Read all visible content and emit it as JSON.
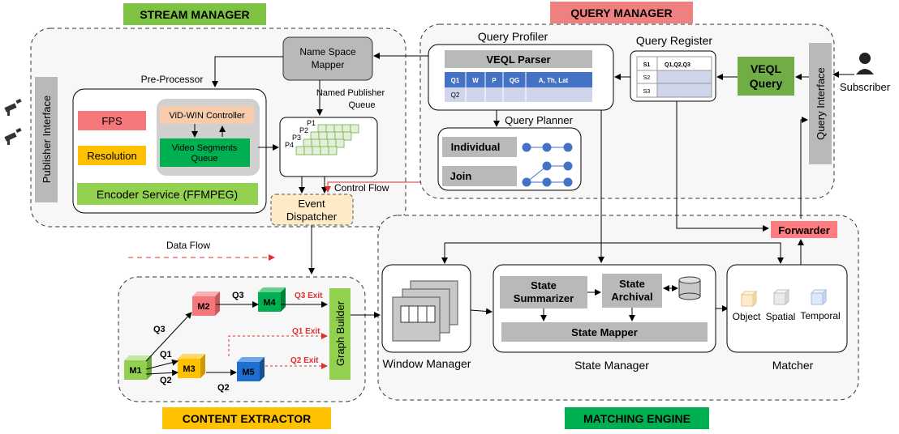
{
  "regions": {
    "stream_manager": "STREAM MANAGER",
    "query_manager": "QUERY MANAGER",
    "content_extractor": "CONTENT EXTRACTOR",
    "matching_engine": "MATCHING ENGINE"
  },
  "stream": {
    "publisher_interface": "Publisher Interface",
    "name_space_mapper": [
      "Name Space",
      "Mapper"
    ],
    "pre_processor": "Pre-Processor",
    "named_publisher_queue": [
      "Named Publisher",
      "Queue"
    ],
    "fps": "FPS",
    "resolution": "Resolution",
    "vid_win_controller": "ViD-WIN Controller",
    "video_segments_queue": [
      "Video Segments",
      "Queue"
    ],
    "encoder_service": "Encoder Service (FFMPEG)",
    "publishers": [
      "P1",
      "P2",
      "P3",
      "P4"
    ],
    "event_dispatcher": [
      "Event",
      "Dispatcher"
    ]
  },
  "query": {
    "query_profiler": "Query Profiler",
    "veql_parser": "VEQL Parser",
    "parser_table": {
      "headers": [
        "Q1",
        "W",
        "P",
        "QG",
        "A, Th, Lat"
      ],
      "row2": "Q2"
    },
    "query_planner": "Query Planner",
    "individual": "Individual",
    "join": "Join",
    "query_register": "Query Register",
    "register_rows": [
      [
        "S1",
        "Q1,Q2,Q3"
      ],
      [
        "S2",
        ""
      ],
      [
        "S3",
        ""
      ]
    ],
    "veql_query": [
      "VEQL",
      "Query"
    ],
    "query_interface": "Query Interface",
    "subscriber": "Subscriber",
    "control_flow": "Control Flow"
  },
  "legend": {
    "data_flow": "Data Flow"
  },
  "extractor": {
    "nodes": [
      "M1",
      "M2",
      "M3",
      "M4",
      "M5"
    ],
    "edge_labels": [
      "Q3",
      "Q3",
      "Q1",
      "Q2",
      "Q2"
    ],
    "exits": [
      "Q3 Exit",
      "Q1 Exit",
      "Q2 Exit"
    ],
    "graph_builder": "Graph Builder"
  },
  "matching": {
    "window_manager": "Window Manager",
    "state_summarizer": [
      "State",
      "Summarizer"
    ],
    "state_archival": [
      "State",
      "Archival"
    ],
    "state_mapper": "State Mapper",
    "state_manager": "State Manager",
    "forwarder": "Forwarder",
    "object": "Object",
    "spatial": "Spatial",
    "temporal": "Temporal",
    "matcher": "Matcher"
  },
  "colors": {
    "green_label": "#7dc242",
    "red_label": "#f08080",
    "orange_label": "#ffc000",
    "fps_fill": "#f4777b",
    "resolution_fill": "#ffc000",
    "encoder_fill": "#92d050",
    "segments_fill": "#00b050",
    "controller_fill": "#f8cbad",
    "event_fill": "#fdebc8",
    "parser_blue": "#4472c4",
    "veql_query_fill": "#70ad47",
    "forwarder_fill": "#ff7c80",
    "control_flow_red": "#e03030"
  }
}
